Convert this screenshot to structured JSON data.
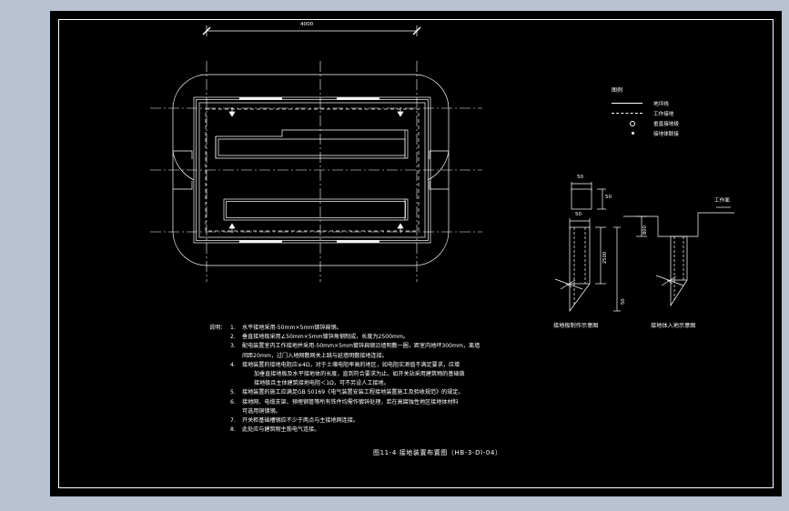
{
  "sheet": {
    "background_color": "#b9c2d0",
    "paper_color": "#000000",
    "line_color": "#ffffff"
  },
  "plan": {
    "top_dimension": "4000",
    "name": "grounding-layout-plan"
  },
  "legend": {
    "heading": "图例",
    "items": [
      {
        "symbol": "solid-line",
        "label": "地坪线"
      },
      {
        "symbol": "dashed-line",
        "label": "工作接地"
      },
      {
        "symbol": "circle",
        "label": "垂直接地极"
      },
      {
        "symbol": "dot",
        "label": "接地体联接"
      }
    ]
  },
  "details": {
    "left": {
      "caption": "接地极制作示意图",
      "dim_top": "50",
      "dim_side": "50",
      "dim_len": "2500",
      "dim_tip": "50"
    },
    "right": {
      "caption": "接地体入地示意图",
      "ground_label": "工作面",
      "dim_depth": "800"
    }
  },
  "notes": {
    "heading": "说明：",
    "items": [
      {
        "index": "1.",
        "lines": [
          "水平接地采用-50mm×5mm镀锌扁钢。"
        ]
      },
      {
        "index": "2.",
        "lines": [
          "垂直接地极采用∠50mm×5mm镀锌角钢制成，长度为2500mm。"
        ]
      },
      {
        "index": "3.",
        "lines": [
          "配电装置室内工作接地并采用-50mm×5mm镀锌扁钢沿墙明敷一圈，距室内地坪300mm，离墙",
          "间距20mm，过门入地网敷网关上跳与延墙明敷接地连接。"
        ]
      },
      {
        "index": "4.",
        "lines": [
          "接地装置的接地电阻应≤4Ω，对于土壤电阻率高的地区，如电阻实测值不满足要求，应增",
          "加垂直接地极及水平接地体的长度，直到符合要求为止。如开关站采用建筑物的基础做",
          "接地极且主体建筑接地电阻＜1Ω，可不另设人工接地。"
        ]
      },
      {
        "index": "5.",
        "lines": [
          "接地装置的施工应满足GB 50169《电气装置安装工程接地装置施工及验收规范》的规定。"
        ]
      },
      {
        "index": "6.",
        "lines": [
          "接地网、电缆支架、预埋钢管等所有铁件均需作镀锌处理，若在高腐蚀性地区接地体材料",
          "可选用铜镀钢。"
        ]
      },
      {
        "index": "7.",
        "lines": [
          "开关柜基础槽钢应不少于两点与主接地网连接。"
        ]
      },
      {
        "index": "8.",
        "lines": [
          "此处应与建筑物主筋电气连接。"
        ]
      }
    ]
  },
  "title_block": {
    "text": "图11-4  接地装置布置图（HB-3-DI-04）"
  }
}
